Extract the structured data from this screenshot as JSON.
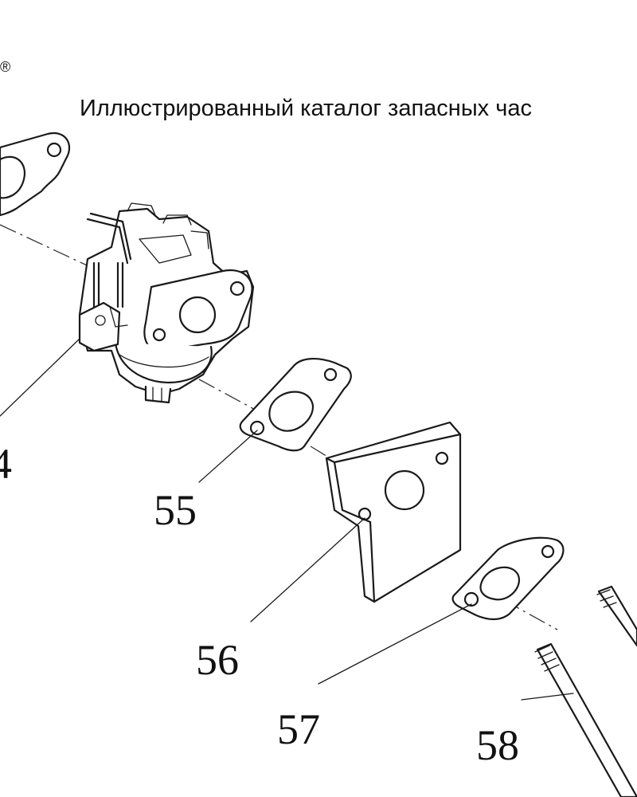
{
  "header": {
    "title": "Иллюстрированный каталог запасных час",
    "registered_mark": "®"
  },
  "parts": {
    "p54": "4",
    "p55": "55",
    "p56": "56",
    "p57": "57",
    "p58": "58"
  },
  "colors": {
    "line": "#1a1a1a",
    "background": "#ffffff"
  }
}
